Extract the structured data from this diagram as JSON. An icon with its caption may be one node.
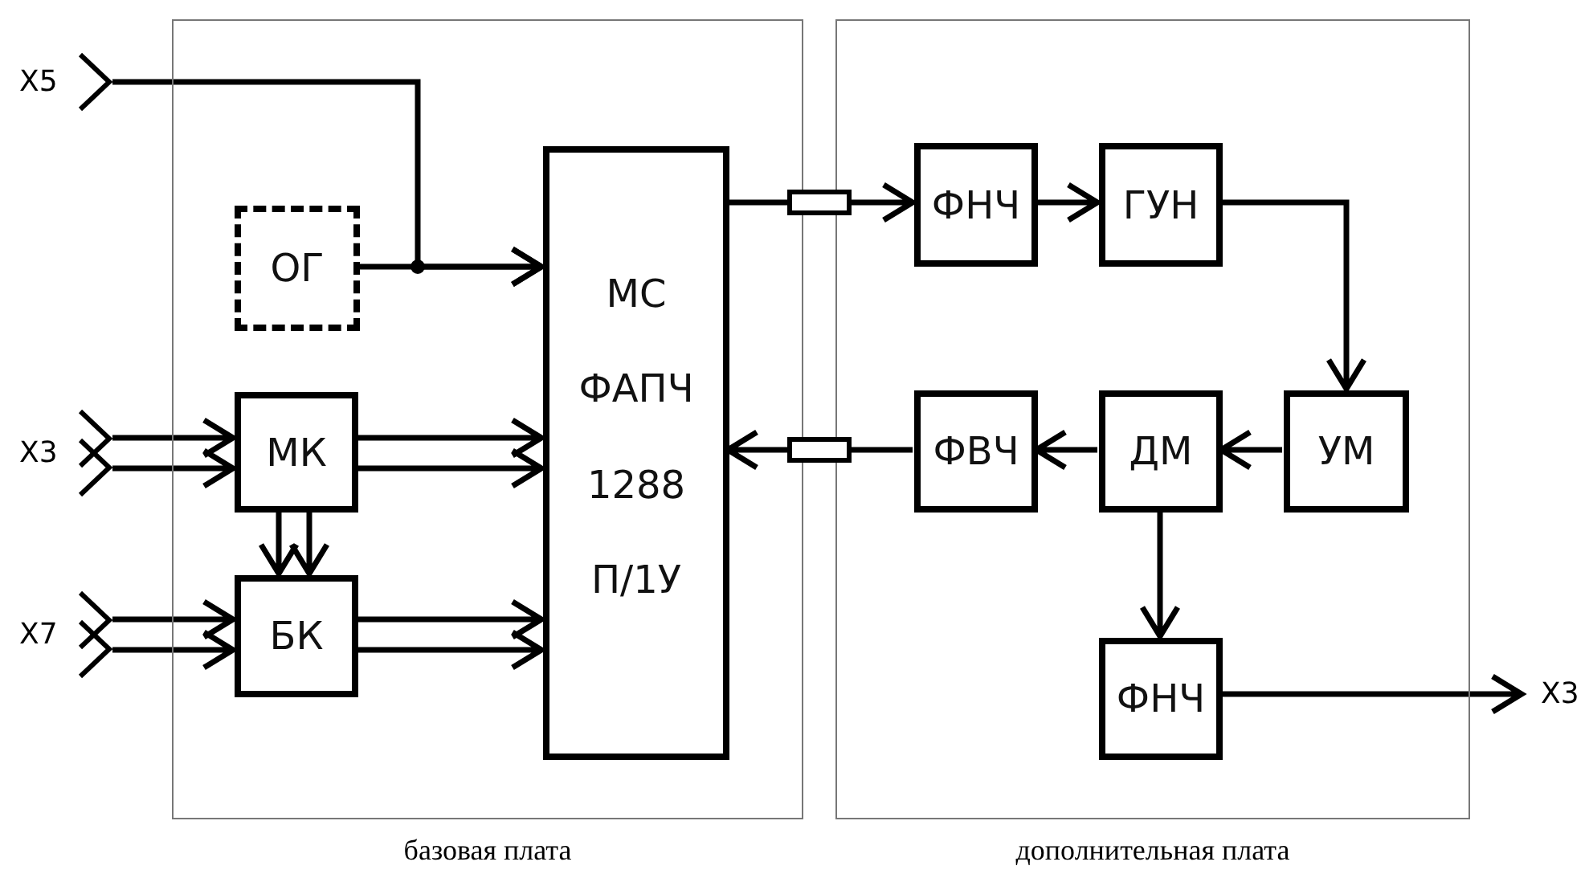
{
  "diagram": {
    "nodes": [
      {
        "text": [
          "базовая плата"
        ]
      },
      {
        "text": [
          "ОГ"
        ],
        "in": 0
      },
      {
        "text": [
          "МС",
          "ФАПЧ",
          "1288",
          "П/1У"
        ],
        "in": 0
      },
      {
        "text": [
          "МК"
        ],
        "in": 0
      },
      {
        "text": [
          "БК"
        ],
        "in": 0
      },
      {
        "text": [
          "дополнительная плата"
        ]
      },
      {
        "text": [
          "ФНЧ"
        ],
        "in": 5
      },
      {
        "text": [
          "ГУН"
        ],
        "in": 5
      },
      {
        "text": [
          "УМ"
        ],
        "in": 5
      },
      {
        "text": [
          "ДМ"
        ],
        "in": 5
      },
      {
        "text": [
          "ФВЧ"
        ],
        "in": 5
      },
      {
        "text": [
          "ФНЧ"
        ],
        "in": 5
      },
      {
        "text": [
          "X5"
        ]
      },
      {
        "text": [
          "X3"
        ]
      },
      {
        "text": [
          "X7"
        ]
      },
      {
        "text": [
          "X3"
        ]
      },
      {
        "text": [],
        "shape": "box"
      },
      {
        "text": [],
        "shape": "box"
      }
    ],
    "edges": [
      {
        "from": 12,
        "to": 2,
        "arrow": "to"
      },
      {
        "from": 1,
        "to": 2,
        "arrow": "to"
      },
      {
        "from": 13,
        "to": 3,
        "arrow": "to"
      },
      {
        "from": 3,
        "to": 2,
        "arrow": "to"
      },
      {
        "from": 3,
        "to": 4,
        "arrow": "to"
      },
      {
        "from": 14,
        "to": 4,
        "arrow": "to"
      },
      {
        "from": 4,
        "to": 2,
        "arrow": "to"
      },
      {
        "from": 2,
        "to": 16,
        "arrow": "none"
      },
      {
        "from": 16,
        "to": 6,
        "arrow": "to"
      },
      {
        "from": 6,
        "to": 7,
        "arrow": "to"
      },
      {
        "from": 7,
        "to": 8,
        "arrow": "to"
      },
      {
        "from": 8,
        "to": 9,
        "arrow": "to"
      },
      {
        "from": 9,
        "to": 10,
        "arrow": "to"
      },
      {
        "from": 10,
        "to": 17,
        "arrow": "none"
      },
      {
        "from": 17,
        "to": 2,
        "arrow": "to"
      },
      {
        "from": 9,
        "to": 11,
        "arrow": "to"
      },
      {
        "from": 11,
        "to": 15,
        "arrow": "to"
      }
    ]
  }
}
